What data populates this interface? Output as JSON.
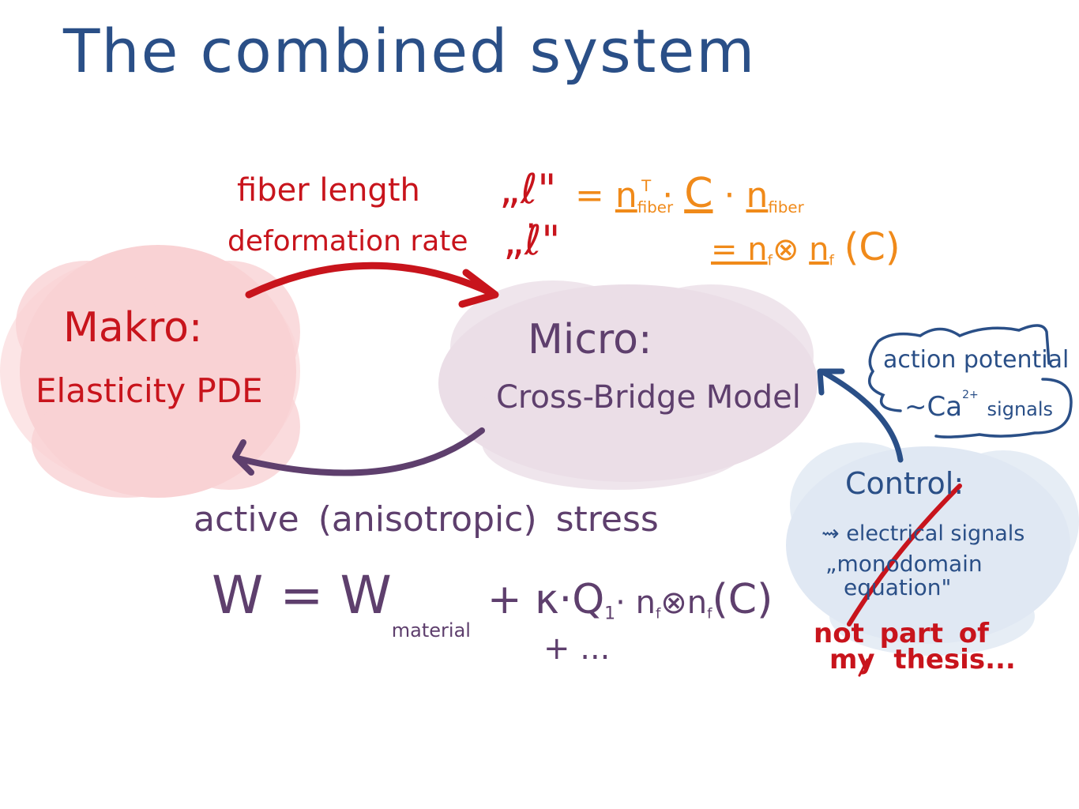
{
  "title": "The combined system",
  "colors": {
    "title": "#2a4f87",
    "makro": "#c8141c",
    "micro": "#5e3f6d",
    "formula": "#f08a1a",
    "control": "#2a4f87",
    "makro_cloud": "#f9d0d2",
    "micro_cloud": "#eadde6",
    "control_cloud": "#dfe7f3"
  },
  "makro": {
    "heading": "Makro:",
    "subtitle": "Elasticity PDE"
  },
  "micro": {
    "heading": "Micro:",
    "subtitle": "Cross-Bridge Model"
  },
  "top_arrow": {
    "label_line1": "fiber length",
    "label_line2": "deformation rate"
  },
  "fiber_formula": {
    "lhs1": "„ℓ\"",
    "lhs2": "„ℓ̇\"",
    "eq1_prefix": "=",
    "n": "n",
    "fiber_sub": "fiber",
    "transpose": "T",
    "dot": "·",
    "C": "C",
    "eq2": "= n",
    "f_sub": "f",
    "otimes": "⊗",
    "eq2_tail": "(C)"
  },
  "bottom_arrow": {
    "label": "active (anisotropic) stress"
  },
  "energy_formula": {
    "lhs": "W = W",
    "material_sub": "material",
    "rhs": "+ κ·Q",
    "q_sub": "1",
    "tensor": "· n",
    "f_sub": "f",
    "otimes": "⊗n",
    "tail": "(C)",
    "continuation": "+ ..."
  },
  "signal_bubble": {
    "line1": "action potential",
    "line2_prefix": "~Ca",
    "line2_sup": "2+",
    "line2_suffix": "signals"
  },
  "control": {
    "heading": "Control:",
    "line1": "⇝ electrical signals",
    "line2": "„monodomain",
    "line3": "equation\""
  },
  "annotation": {
    "line1": "not part of",
    "line2": "my thesis..."
  }
}
